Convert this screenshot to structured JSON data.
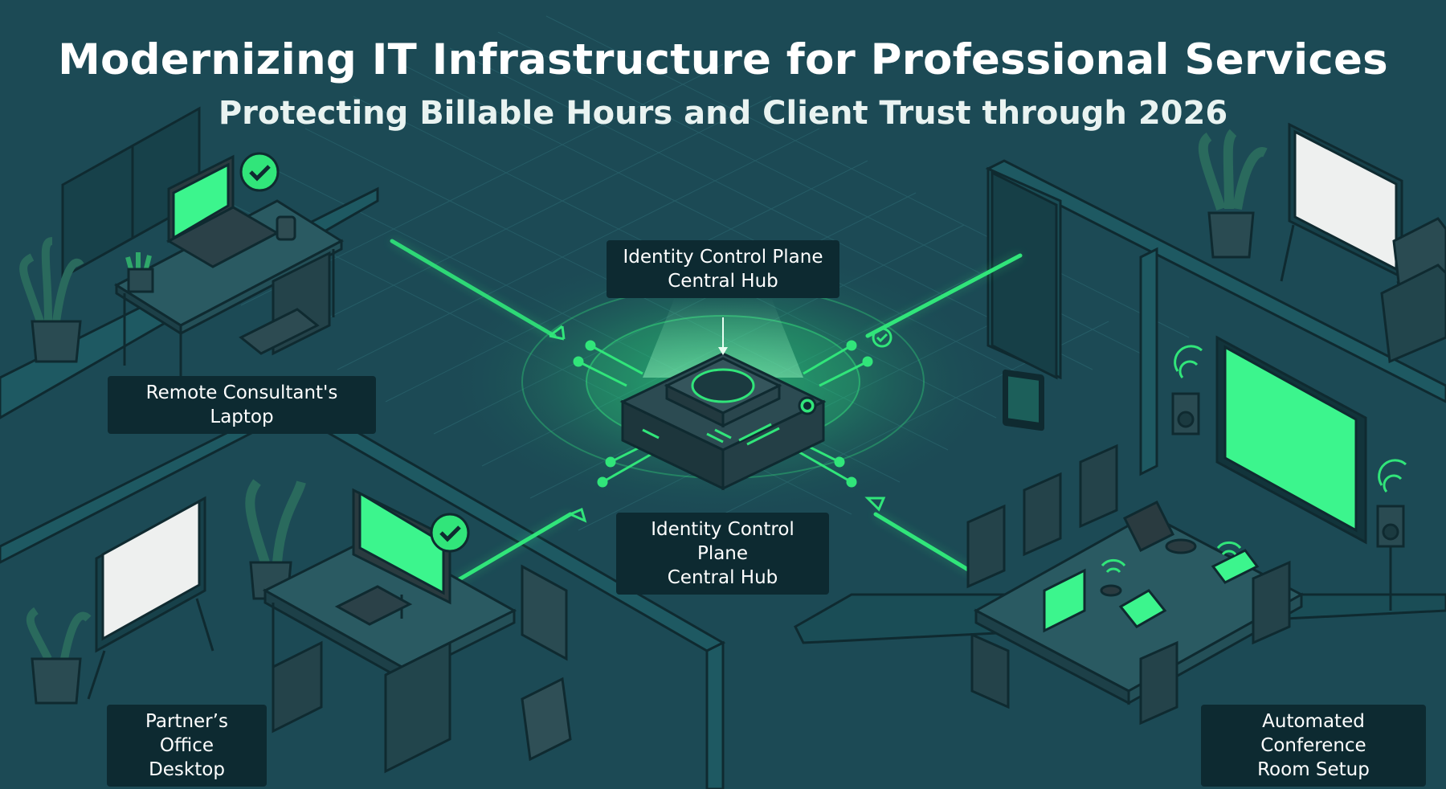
{
  "title": "Modernizing IT Infrastructure for Professional Services",
  "subtitle": "Protecting Billable Hours and Client Trust through 2026",
  "labels": {
    "hub_top": "Identity Control Plane\nCentral Hub",
    "hub_bottom": "Identity Control Plane\nCentral Hub",
    "remote_laptop": "Remote Consultant's Laptop",
    "partner_desktop": "Partner’s Office\nDesktop",
    "conference_room": "Automated Conference\nRoom Setup"
  },
  "colors": {
    "background": "#1c4a55",
    "accent_green": "#31e57a",
    "label_bg": "#0d2a31",
    "outline": "#0f2a30",
    "wall": "#256a72",
    "whiteboard": "#eef0ef"
  }
}
